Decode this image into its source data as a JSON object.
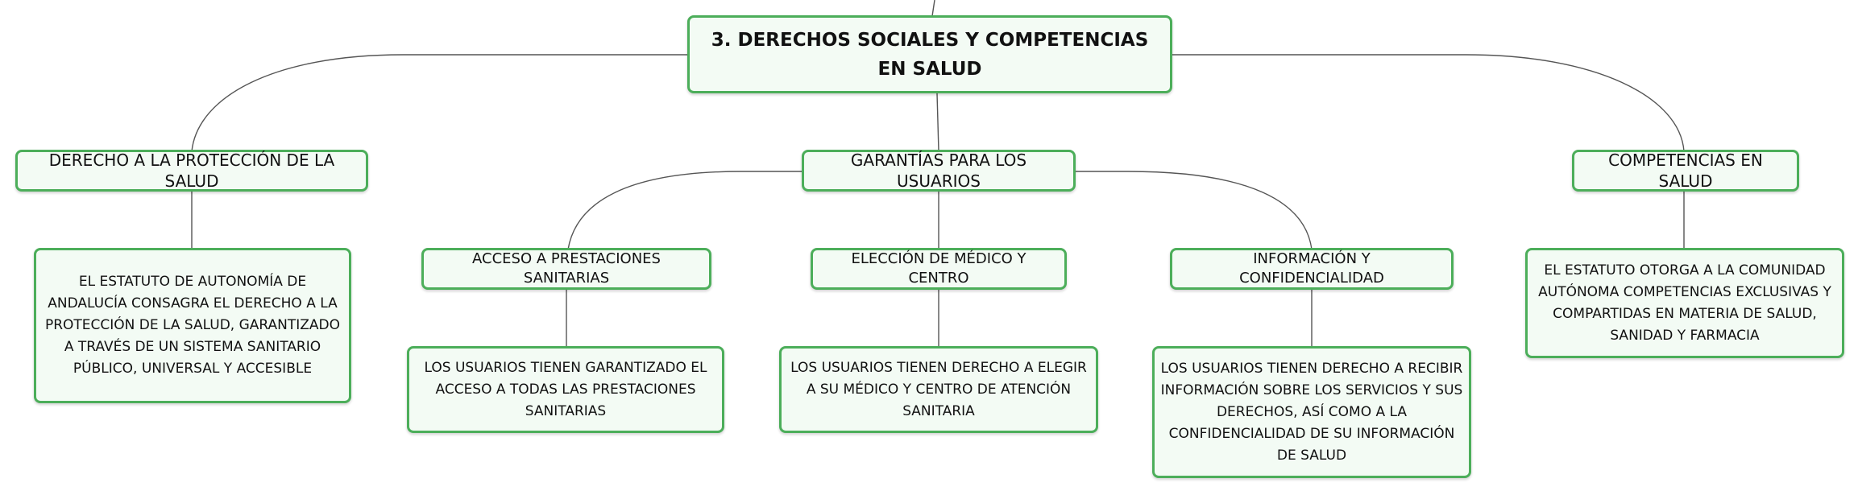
{
  "colors": {
    "node_border": "#4cae5a",
    "node_fill": "#f3fbf4",
    "connector": "#555555"
  },
  "root": {
    "label": "3. DERECHOS SOCIALES Y COMPETENCIAS EN SALUD"
  },
  "branches": {
    "proteccion": {
      "label": "DERECHO A LA PROTECCIÓN DE LA SALUD",
      "detail": "EL ESTATUTO DE AUTONOMÍA DE ANDALUCÍA CONSAGRA EL DERECHO A LA PROTECCIÓN DE LA SALUD, GARANTIZADO A TRAVÉS DE UN SISTEMA SANITARIO PÚBLICO, UNIVERSAL Y ACCESIBLE"
    },
    "garantias": {
      "label": "GARANTÍAS PARA LOS USUARIOS",
      "children": [
        {
          "label": "ACCESO A PRESTACIONES SANITARIAS",
          "detail": "LOS USUARIOS TIENEN GARANTIZADO EL ACCESO A TODAS LAS PRESTACIONES SANITARIAS"
        },
        {
          "label": "ELECCIÓN DE MÉDICO Y CENTRO",
          "detail": "LOS USUARIOS TIENEN DERECHO A ELEGIR A SU MÉDICO Y CENTRO DE ATENCIÓN SANITARIA"
        },
        {
          "label": "INFORMACIÓN Y CONFIDENCIALIDAD",
          "detail": "LOS USUARIOS TIENEN DERECHO A RECIBIR INFORMACIÓN SOBRE LOS SERVICIOS Y SUS DERECHOS, ASÍ COMO A LA CONFIDENCIALIDAD DE SU INFORMACIÓN DE SALUD"
        }
      ]
    },
    "competencias": {
      "label": "COMPETENCIAS EN SALUD",
      "detail": "EL ESTATUTO OTORGA A LA COMUNIDAD AUTÓNOMA COMPETENCIAS EXCLUSIVAS Y COMPARTIDAS EN MATERIA DE SALUD, SANIDAD Y FARMACIA"
    }
  }
}
